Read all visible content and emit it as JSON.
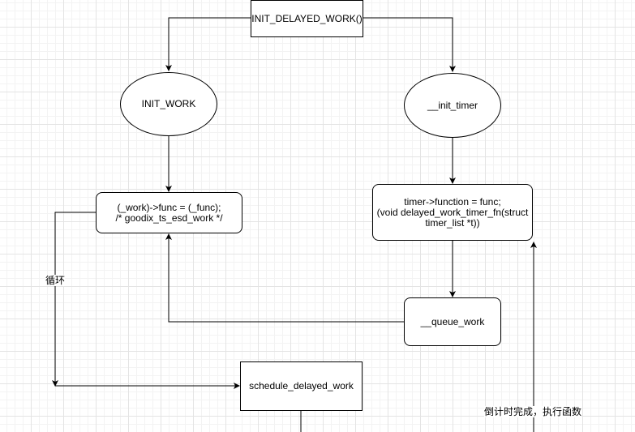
{
  "nodes": {
    "init_delayed_work": "INIT_DELAYED_WORK()",
    "init_work": "INIT_WORK",
    "init_timer": "__init_timer",
    "work_func": "(_work)->func = (_func);\n/* goodix_ts_esd_work */",
    "timer_function": "timer->function = func;\n(void delayed_work_timer_fn(struct\ntimer_list *t))",
    "queue_work": "__queue_work",
    "schedule_delayed_work": "schedule_delayed_work"
  },
  "edge_labels": {
    "loop": "循环",
    "timer_done": "倒计时完成，执行函数"
  },
  "colors": {
    "stroke": "#000000",
    "background": "#ffffff",
    "grid": "#e4e4e4"
  }
}
